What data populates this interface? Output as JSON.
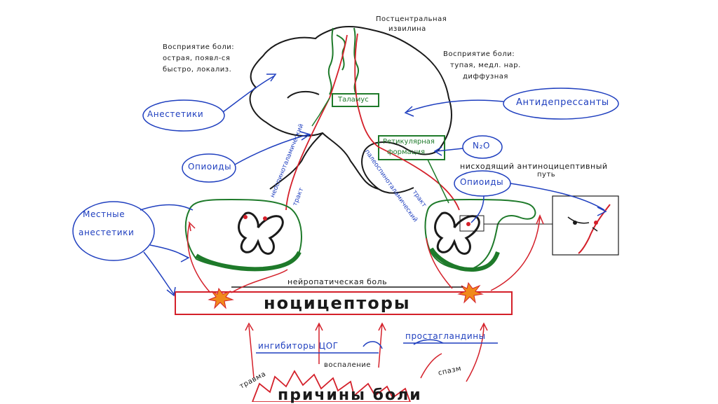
{
  "labels": {
    "postcentral": [
      "Постцентральная",
      "извилина"
    ],
    "sharp_pain": [
      "Восприятие боли:",
      "острая, появл-ся",
      "быстро, локализ."
    ],
    "dull_pain": [
      "Восприятие боли:",
      "тупая, медл. нар.",
      "диффузная"
    ],
    "thalamus": "Таламус",
    "reticular": [
      "Ретикулярная",
      "формация"
    ],
    "anesthetics": "Анестетики",
    "antidepressants": "Антидепрессанты",
    "n2o": "N₂O",
    "opioids_left": "Опиоиды",
    "opioids_right": "Опиоиды",
    "descending": [
      "нисходящий антиноцицептивный",
      "путь"
    ],
    "local_anesthetics": [
      "Местные",
      "анестетики"
    ],
    "neospinothalamic": [
      "неоспиноталамический",
      "тракт"
    ],
    "paleospinothalamic": [
      "палеоспиноталамический",
      "тракт"
    ],
    "neuropathic": "нейропатическая боль",
    "nociceptors": "ноцицепторы",
    "cox_inhibitors": "ингибиторы ЦОГ",
    "prostaglandins": "простагландины",
    "trauma": "травма",
    "inflammation": "воспаление",
    "spasm": "спазм",
    "causes": "причины боли"
  },
  "colors": {
    "ink": "#1a1a1a",
    "blue": "#1f3fbf",
    "green": "#1e7a2a",
    "red": "#d4202a",
    "orange": "#f08a1c"
  }
}
